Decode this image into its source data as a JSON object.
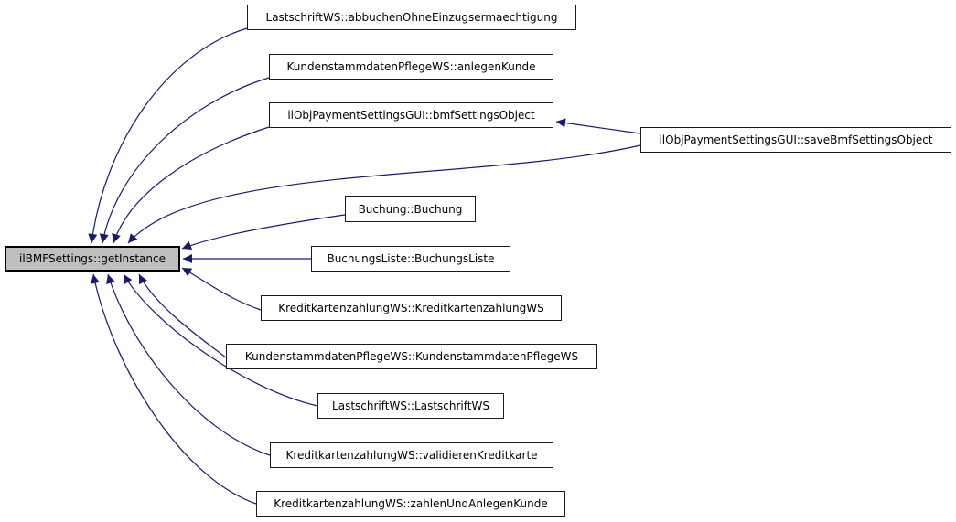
{
  "diagram": {
    "type": "doxygen-caller-graph",
    "background_color": "#ffffff",
    "edge_color": "#191970",
    "node_border_color": "#1a1a1a",
    "node_fill_color": "#ffffff",
    "highlight_fill_color": "#bfbfbf",
    "nodes": [
      {
        "id": "getInstance",
        "label": "ilBMFSettings::getInstance",
        "highlighted": true
      },
      {
        "id": "abbuchen",
        "label": "LastschriftWS::abbuchenOhneEinzugsermaechtigung",
        "highlighted": false
      },
      {
        "id": "anlegenKunde",
        "label": "KundenstammdatenPflegeWS::anlegenKunde",
        "highlighted": false
      },
      {
        "id": "bmfSettingsObject",
        "label": "ilObjPaymentSettingsGUI::bmfSettingsObject",
        "highlighted": false
      },
      {
        "id": "saveBmfSettingsObject",
        "label": "ilObjPaymentSettingsGUI::saveBmfSettingsObject",
        "highlighted": false
      },
      {
        "id": "Buchung",
        "label": "Buchung::Buchung",
        "highlighted": false
      },
      {
        "id": "BuchungsListe",
        "label": "BuchungsListe::BuchungsListe",
        "highlighted": false
      },
      {
        "id": "KreditkartenzahlungWS",
        "label": "KreditkartenzahlungWS::KreditkartenzahlungWS",
        "highlighted": false
      },
      {
        "id": "KundenstammdatenPflegeWS",
        "label": "KundenstammdatenPflegeWS::KundenstammdatenPflegeWS",
        "highlighted": false
      },
      {
        "id": "LastschriftWS",
        "label": "LastschriftWS::LastschriftWS",
        "highlighted": false
      },
      {
        "id": "validierenKreditkarte",
        "label": "KreditkartenzahlungWS::validierenKreditkarte",
        "highlighted": false
      },
      {
        "id": "zahlenUndAnlegenKunde",
        "label": "KreditkartenzahlungWS::zahlenUndAnlegenKunde",
        "highlighted": false
      }
    ],
    "edges": [
      {
        "from": "abbuchen",
        "to": "getInstance"
      },
      {
        "from": "anlegenKunde",
        "to": "getInstance"
      },
      {
        "from": "bmfSettingsObject",
        "to": "getInstance"
      },
      {
        "from": "saveBmfSettingsObject",
        "to": "getInstance"
      },
      {
        "from": "saveBmfSettingsObject",
        "to": "bmfSettingsObject"
      },
      {
        "from": "Buchung",
        "to": "getInstance"
      },
      {
        "from": "BuchungsListe",
        "to": "getInstance"
      },
      {
        "from": "KreditkartenzahlungWS",
        "to": "getInstance"
      },
      {
        "from": "KundenstammdatenPflegeWS",
        "to": "getInstance"
      },
      {
        "from": "LastschriftWS",
        "to": "getInstance"
      },
      {
        "from": "validierenKreditkarte",
        "to": "getInstance"
      },
      {
        "from": "zahlenUndAnlegenKunde",
        "to": "getInstance"
      }
    ]
  }
}
